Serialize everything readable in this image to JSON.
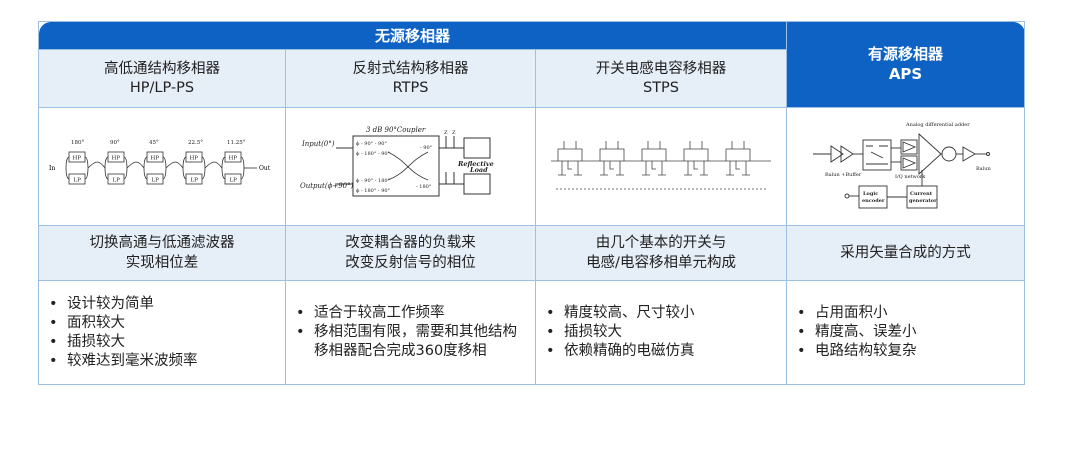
{
  "passive_header": "无源移相器",
  "active": {
    "title": "有源移相器",
    "abbr": "APS"
  },
  "columns": [
    {
      "name": "高低通结构移相器",
      "abbr": "HP/LP-PS",
      "desc": "切换高通与低通滤波器实现相位差",
      "desc_l1": "切换高通与低通滤波器",
      "desc_l2": "实现相位差",
      "points": [
        "设计较为简单",
        "面积较大",
        "插损较大",
        "较难达到毫米波频率"
      ]
    },
    {
      "name": "反射式结构移相器",
      "abbr": "RTPS",
      "desc_l1": "改变耦合器的负载来",
      "desc_l2": "改变反射信号的相位",
      "points": [
        "适合于较高工作频率",
        "移相范围有限，需要和其他结构移相器配合完成360度移相"
      ]
    },
    {
      "name": "开关电感电容移相器",
      "abbr": "STPS",
      "desc_l1": "由几个基本的开关与",
      "desc_l2": "电感/电容移相单元构成",
      "points": [
        "精度较高、尺寸较小",
        "插损较大",
        "依赖精确的电磁仿真"
      ]
    },
    {
      "name": "有源移相器",
      "abbr": "APS",
      "desc_l1": "采用矢量合成的方式",
      "desc_l2": "",
      "points": [
        "占用面积小",
        "精度高、误差小",
        "电路结构较复杂"
      ]
    }
  ],
  "diagram_hp": {
    "in": "In",
    "out": "Out",
    "hp": "HP",
    "lp": "LP",
    "phases": [
      "180°",
      "90°",
      "45°",
      "22.5°",
      "11.25°"
    ]
  },
  "diagram_rt": {
    "coupler": "3 dB 90°Coupler",
    "input": "Input(0°)",
    "output": "Output(ϕ+90°)",
    "load1": "Reflective",
    "load2": "Load",
    "z": "Z",
    "p1": "ϕ - 90° - 90°",
    "p2": "ϕ - 180° - 90°",
    "p3": "ϕ - 90° - 180°",
    "p4": "ϕ - 180° - 90°",
    "m90": "- 90°",
    "m180": "- 180°"
  },
  "diagram_aps": {
    "adder": "Analog differential adder",
    "balun": "Balun",
    "buffer": "Balun +Buffer",
    "iq": "I/Q network",
    "logic": "Logic encoder",
    "current": "Current generator"
  }
}
